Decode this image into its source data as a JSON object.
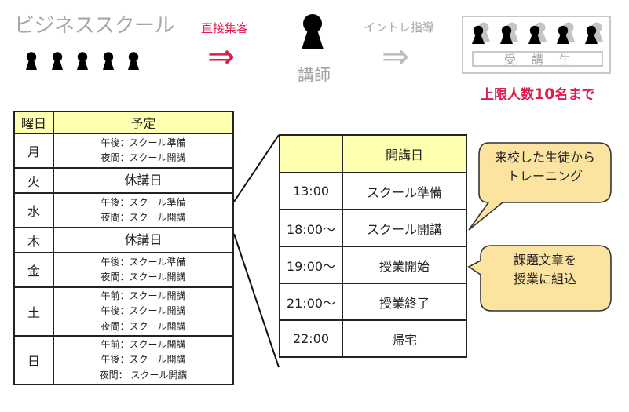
{
  "top_flow": {
    "school_title": "ビジネススクール",
    "school_people_count": 5,
    "direct_label": "直接集客",
    "direct_arrow": "⇒",
    "instructor_label": "講師",
    "intro_label": "イントレ指導",
    "intro_arrow": "⇒",
    "students_label": "受講生",
    "students_count_icons": 5,
    "limit_prefix": "上限人数",
    "limit_number": "10",
    "limit_suffix": "名まで",
    "colors": {
      "accent_red": "#e0194e",
      "muted_gray": "#a6a6a6",
      "header_yellow": "#ffffb0",
      "callout_fill": "#fde3a0"
    }
  },
  "week_table": {
    "headers": [
      "曜日",
      "予定"
    ],
    "rows": [
      {
        "day": "月",
        "plans": [
          "午後：スクール準備",
          "夜間：スクール開講"
        ]
      },
      {
        "day": "火",
        "plans": [
          "休講日"
        ]
      },
      {
        "day": "水",
        "plans": [
          "午後：スクール準備",
          "夜間：スクール開講"
        ]
      },
      {
        "day": "木",
        "plans": [
          "休講日"
        ]
      },
      {
        "day": "金",
        "plans": [
          "午後：スクール準備",
          "夜間：スクール開講"
        ]
      },
      {
        "day": "土",
        "plans": [
          "午前：スクール開講",
          "午後：スクール開講",
          "夜間：スクール開講"
        ]
      },
      {
        "day": "日",
        "plans": [
          "午前：スクール開講",
          "午後：スクール開講",
          "夜間： スクール開講"
        ]
      }
    ]
  },
  "detail_table": {
    "headers": [
      "",
      "開講日"
    ],
    "rows": [
      {
        "time": "13:00",
        "activity": "スクール準備"
      },
      {
        "time": "18:00～",
        "activity": "スクール開講"
      },
      {
        "time": "19:00～",
        "activity": "授業開始"
      },
      {
        "time": "21:00～",
        "activity": "授業終了"
      },
      {
        "time": "22:00",
        "activity": "帰宅"
      }
    ]
  },
  "callouts": [
    {
      "lines": [
        "来校した生徒から",
        "トレーニング"
      ]
    },
    {
      "lines": [
        "課題文章を",
        "授業に組込"
      ]
    }
  ]
}
